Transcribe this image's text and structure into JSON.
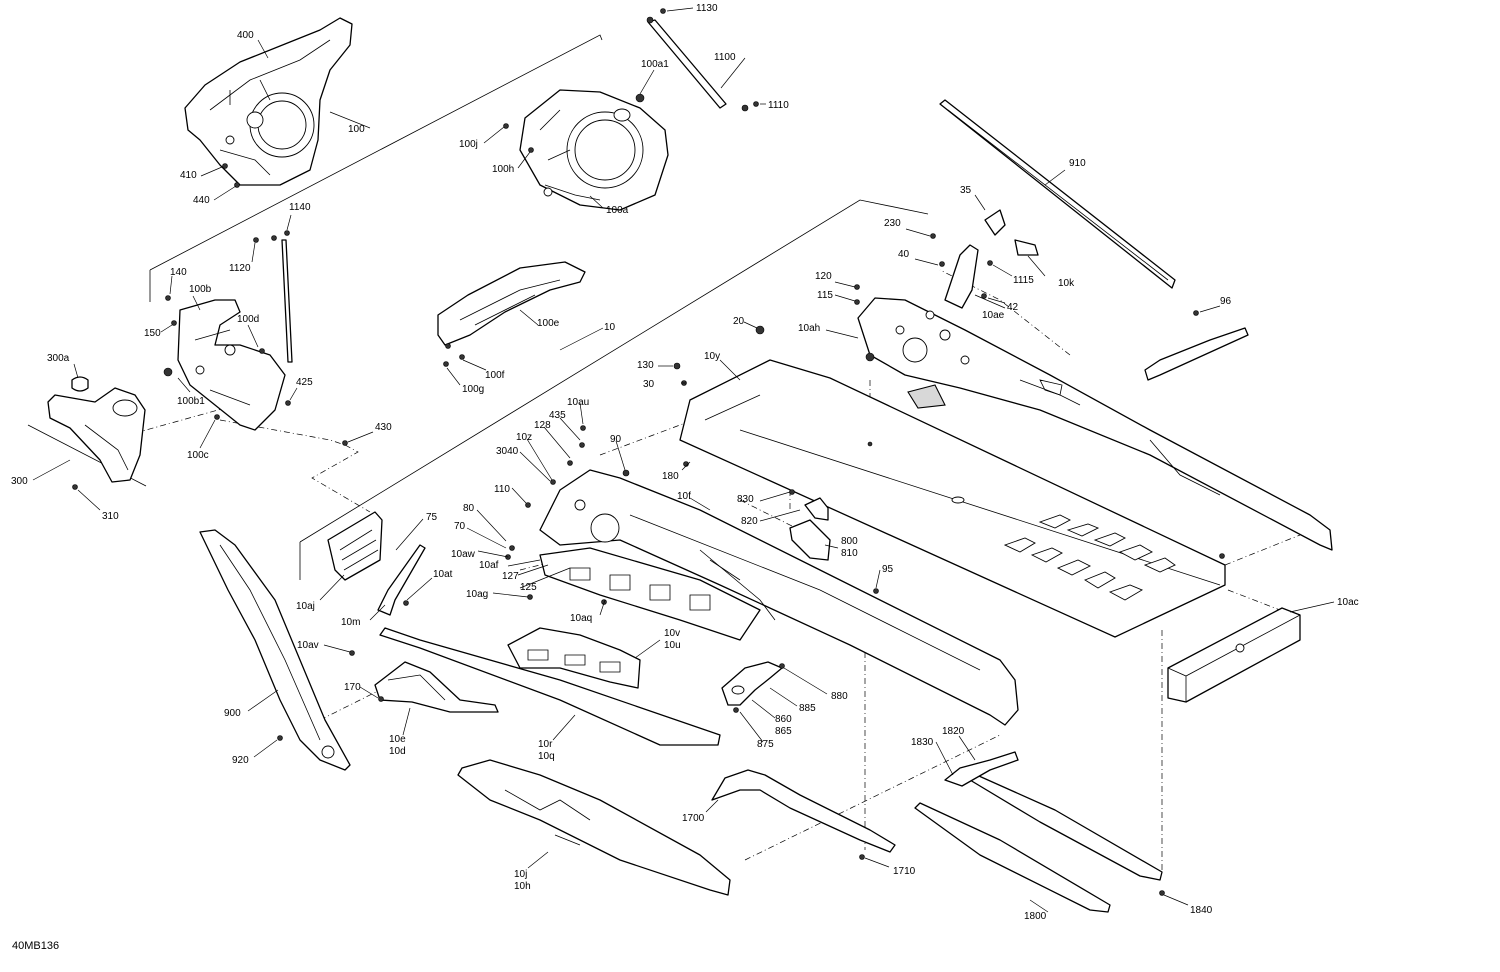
{
  "diagram_code": "40MB136",
  "labels": [
    "1130",
    "1100",
    "1110",
    "100a1",
    "400",
    "100j",
    "100h",
    "100",
    "410",
    "440",
    "100a",
    "1140",
    "1120",
    "140",
    "100b",
    "150",
    "100d",
    "300a",
    "425",
    "100b1",
    "100c",
    "300",
    "310",
    "430",
    "910",
    "35",
    "230",
    "40",
    "1115",
    "10k",
    "120",
    "115",
    "10ae",
    "42",
    "96",
    "10ah",
    "20",
    "10y",
    "130",
    "30",
    "100e",
    "100f",
    "100g",
    "10",
    "10au",
    "435",
    "128",
    "10z",
    "90",
    "3040",
    "180",
    "110",
    "10f",
    "830",
    "820",
    "80",
    "70",
    "10aw",
    "10af",
    "127",
    "125",
    "75",
    "10aj",
    "10at",
    "10ag",
    "10m",
    "10aq",
    "95",
    "800",
    "810",
    "10av",
    "10v",
    "10u",
    "170",
    "880",
    "900",
    "885",
    "10e",
    "10d",
    "860",
    "865",
    "875",
    "10r",
    "10q",
    "10ac",
    "920",
    "1820",
    "1830",
    "1700",
    "10j",
    "10h",
    "1710",
    "1800",
    "1840"
  ]
}
